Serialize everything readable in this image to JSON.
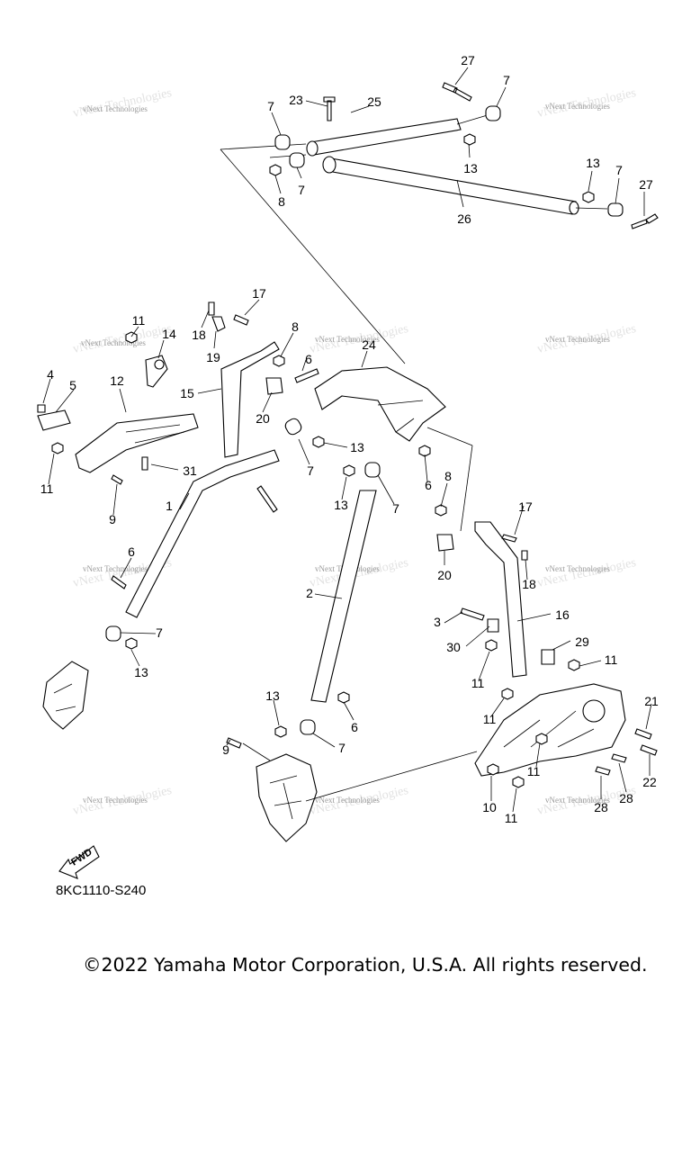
{
  "diagram": {
    "watermark": "vNext Technologies",
    "diagram_code": "8KC1110-S240",
    "fwd_label": "FWD",
    "copyright": "©2022 Yamaha Motor Corporation, U.S.A. All rights reserved.",
    "callouts": {
      "c27a": "27",
      "c7a": "7",
      "c23": "23",
      "c25": "25",
      "c7b": "7",
      "c13a": "13",
      "c7c": "7",
      "c8a": "8",
      "c26": "26",
      "c13b": "13",
      "c7d": "7",
      "c27b": "27",
      "c17a": "17",
      "c18a": "18",
      "c11a": "11",
      "c14": "14",
      "c8b": "8",
      "c19": "19",
      "c24": "24",
      "c6a": "6",
      "c4": "4",
      "c5": "5",
      "c12": "12",
      "c15": "15",
      "c20a": "20",
      "c13c": "13",
      "c11b": "11",
      "c31": "31",
      "c7e": "7",
      "c6b": "6",
      "c9a": "9",
      "c1": "1",
      "c13d": "13",
      "c7f": "7",
      "c8c": "8",
      "c17b": "17",
      "c6c": "6",
      "c20b": "20",
      "c18b": "18",
      "c2": "2",
      "c16": "16",
      "c3": "3",
      "c30": "30",
      "c29": "29",
      "c7g": "7",
      "c13e": "13",
      "c11c": "11",
      "c11d": "11",
      "c11e": "11",
      "c13f": "13",
      "c6d": "6",
      "c21": "21",
      "c7h": "7",
      "c11f": "11",
      "c9b": "9",
      "c22": "22",
      "c28a": "28",
      "c28b": "28",
      "c10": "10",
      "c11g": "11"
    }
  }
}
